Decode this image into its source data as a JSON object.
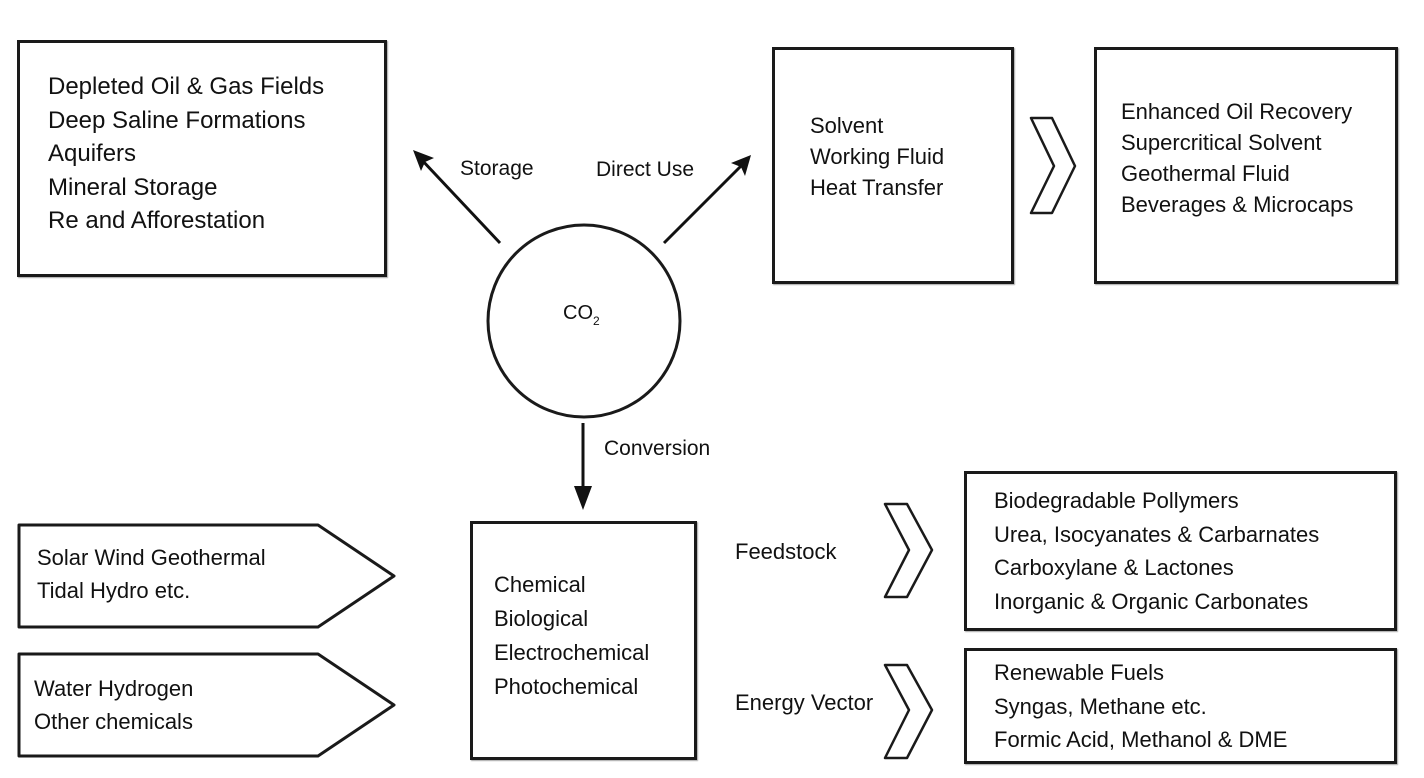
{
  "center": {
    "label_main": "CO",
    "label_sub": "2"
  },
  "pathways": {
    "storage": "Storage",
    "direct_use": "Direct Use",
    "conversion": "Conversion"
  },
  "storage_box": {
    "items": [
      "Depleted Oil & Gas Fields",
      "Deep Saline Formations",
      "Aquifers",
      "Mineral Storage",
      "Re and Afforestation"
    ]
  },
  "direct_use_box": {
    "items": [
      "Solvent",
      "Working Fluid",
      "Heat Transfer"
    ]
  },
  "direct_use_applications": {
    "items": [
      "Enhanced Oil Recovery",
      "Supercritical Solvent",
      "Geothermal Fluid",
      "Beverages & Microcaps"
    ]
  },
  "energy_inputs": [
    {
      "items": [
        "Solar Wind Geothermal",
        "Tidal Hydro etc."
      ]
    },
    {
      "items": [
        "Water Hydrogen",
        "Other chemicals"
      ]
    }
  ],
  "conversion_box": {
    "items": [
      "Chemical",
      "Biological",
      "Electrochemical",
      "Photochemical"
    ]
  },
  "outputs": {
    "feedstock": {
      "label": "Feedstock",
      "items": [
        "Biodegradable Pollymers",
        "Urea, Isocyanates & Carbarnates",
        "Carboxylane & Lactones",
        "Inorganic & Organic Carbonates"
      ]
    },
    "energy_vector": {
      "label": "Energy Vector",
      "items": [
        "Renewable Fuels",
        "Syngas, Methane etc.",
        "Formic Acid, Methanol & DME"
      ]
    }
  }
}
